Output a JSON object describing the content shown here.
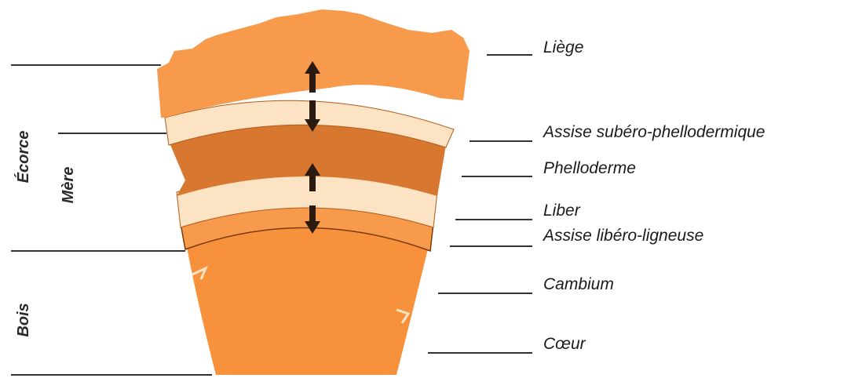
{
  "labels": {
    "liege": "Liège",
    "assise_subero": "Assise subéro-phellodermique",
    "phelloderme": "Phelloderme",
    "liber": "Liber",
    "assise_libero": "Assise libéro-ligneuse",
    "cambium": "Cambium",
    "coeur": "Cœur"
  },
  "side_labels": {
    "ecorce": "Écorce",
    "mere": "Mère",
    "bois": "Bois"
  },
  "colors": {
    "outer_orange": "#f79a4b",
    "pale_band": "#fbe3c3",
    "dark_band": "#d8772f",
    "wood": "#f7913c",
    "arrow": "#2a1a10",
    "line": "#333333"
  }
}
